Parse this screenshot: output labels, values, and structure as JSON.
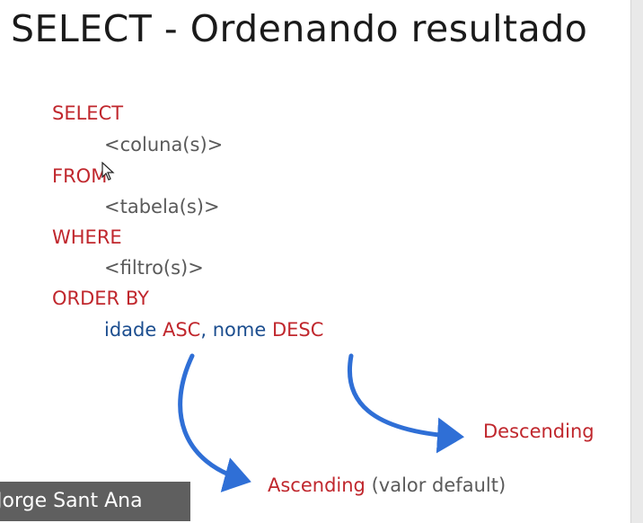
{
  "title": "SELECT - Ordenando resultado",
  "sql": {
    "select_kw": "SELECT",
    "select_arg": "<coluna(s)>",
    "from_kw": "FROM",
    "from_arg": "<tabela(s)>",
    "where_kw": "WHERE",
    "where_arg": "<filtro(s)>",
    "order_kw": "ORDER BY",
    "order_col1": "idade",
    "order_dir1": "ASC",
    "comma": ",",
    "order_col2": "nome",
    "order_dir2": "DESC"
  },
  "annotations": {
    "descending": "Descending",
    "ascending": "Ascending",
    "ascending_note": "(valor default)"
  },
  "presenter": "Jorge Sant Ana",
  "colors": {
    "keyword": "#c0272d",
    "placeholder": "#5a5a5a",
    "column": "#1c4e8f",
    "arrow": "#2f6fd6"
  },
  "icons": [
    "mouse-cursor-icon",
    "arrow-icon"
  ]
}
